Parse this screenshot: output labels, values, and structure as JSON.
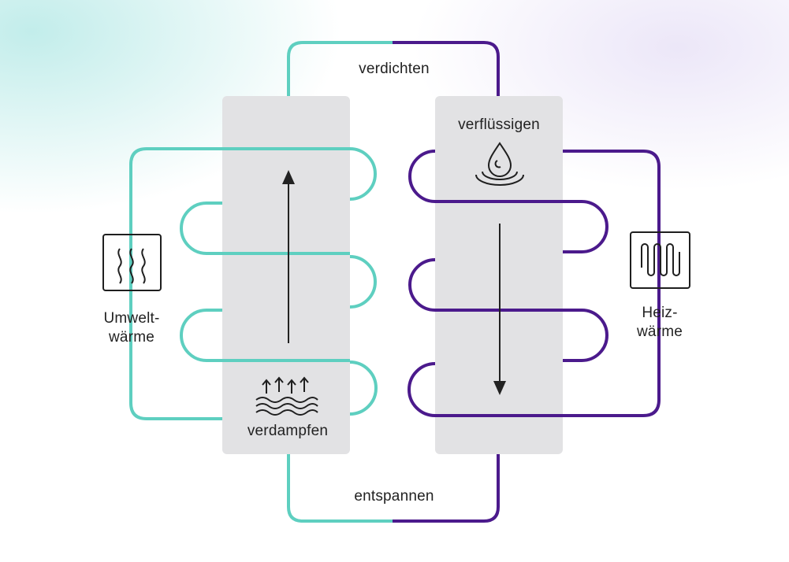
{
  "title": "",
  "colors": {
    "evaporator_loop": "#5ecfc0",
    "condenser_loop": "#4b1a8c",
    "panel": "#e2e2e4",
    "arrow": "#222222",
    "icon": "#1f1f1f"
  },
  "labels": {
    "compress": "verdichten",
    "expand": "entspannen",
    "evaporate": "verdampfen",
    "condense": "verflüssigen",
    "ambient_heat_1": "Umwelt-",
    "ambient_heat_2": "wärme",
    "heating_heat_1": "Heiz-",
    "heating_heat_2": "wärme"
  },
  "icons": {
    "ambient": "heat-waves-icon",
    "heating": "radiator-coil-icon",
    "evaporate": "evaporation-icon",
    "condense": "droplet-icon"
  }
}
